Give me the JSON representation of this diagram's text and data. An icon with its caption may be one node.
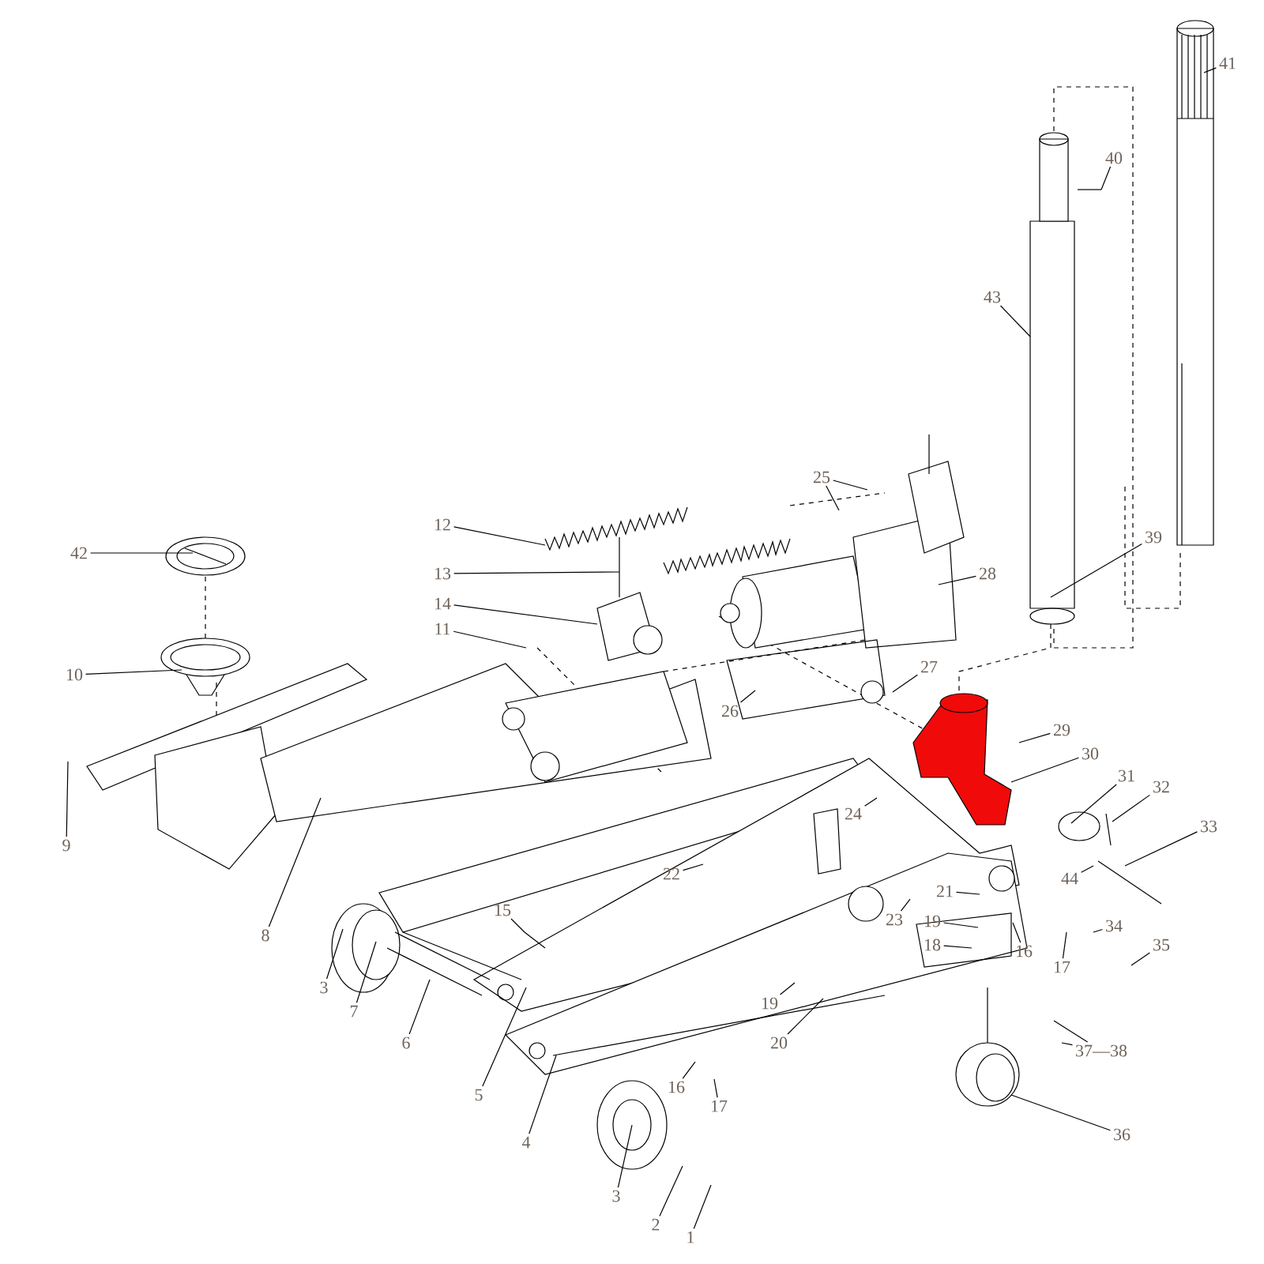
{
  "diagram": {
    "nodes": [
      {
        "text": [
          "41"
        ]
      },
      {
        "text": [
          "40"
        ]
      },
      {
        "text": [
          "43"
        ]
      },
      {
        "text": [
          "25"
        ]
      },
      {
        "text": [
          "12"
        ]
      },
      {
        "text": [
          "42"
        ]
      },
      {
        "text": [
          "39"
        ]
      },
      {
        "text": [
          "13"
        ]
      },
      {
        "text": [
          "28"
        ]
      },
      {
        "text": [
          "14"
        ]
      },
      {
        "text": [
          "11"
        ]
      },
      {
        "text": [
          "27"
        ]
      },
      {
        "text": [
          "10"
        ]
      },
      {
        "text": [
          "26"
        ]
      },
      {
        "text": [
          "29"
        ]
      },
      {
        "text": [
          "30"
        ]
      },
      {
        "text": [
          "31"
        ]
      },
      {
        "text": [
          "32"
        ]
      },
      {
        "text": [
          "24"
        ]
      },
      {
        "text": [
          "33"
        ]
      },
      {
        "text": [
          "9"
        ]
      },
      {
        "text": [
          "22"
        ]
      },
      {
        "text": [
          "44"
        ]
      },
      {
        "text": [
          "21"
        ]
      },
      {
        "text": [
          "15"
        ]
      },
      {
        "text": [
          "23"
        ]
      },
      {
        "text": [
          "19"
        ]
      },
      {
        "text": [
          "34"
        ]
      },
      {
        "text": [
          "8"
        ]
      },
      {
        "text": [
          "18"
        ]
      },
      {
        "text": [
          "16"
        ]
      },
      {
        "text": [
          "35"
        ]
      },
      {
        "text": [
          "17"
        ]
      },
      {
        "text": [
          "3"
        ]
      },
      {
        "text": [
          "19"
        ]
      },
      {
        "text": [
          "7"
        ]
      },
      {
        "text": [
          "6"
        ]
      },
      {
        "text": [
          "20"
        ]
      },
      {
        "text": [
          "37—38"
        ]
      },
      {
        "text": [
          "16"
        ]
      },
      {
        "text": [
          "5"
        ]
      },
      {
        "text": [
          "17"
        ]
      },
      {
        "text": [
          "36"
        ]
      },
      {
        "text": [
          "4"
        ]
      },
      {
        "text": [
          "3"
        ]
      },
      {
        "text": [
          "2"
        ]
      },
      {
        "text": [
          "1"
        ]
      }
    ],
    "edges": [
      {
        "from": 0,
        "to": null,
        "arrow": "none"
      },
      {
        "from": 1,
        "to": null,
        "arrow": "none"
      },
      {
        "from": 2,
        "to": null,
        "arrow": "none"
      },
      {
        "from": 3,
        "to": null,
        "arrow": "none"
      },
      {
        "from": 4,
        "to": null,
        "arrow": "none"
      },
      {
        "from": 5,
        "to": null,
        "arrow": "none"
      },
      {
        "from": 6,
        "to": null,
        "arrow": "none"
      },
      {
        "from": 7,
        "to": null,
        "arrow": "none"
      },
      {
        "from": 8,
        "to": null,
        "arrow": "none"
      },
      {
        "from": 9,
        "to": null,
        "arrow": "none"
      },
      {
        "from": 10,
        "to": null,
        "arrow": "none"
      },
      {
        "from": 11,
        "to": null,
        "arrow": "none"
      },
      {
        "from": 12,
        "to": null,
        "arrow": "none"
      },
      {
        "from": 13,
        "to": null,
        "arrow": "none"
      },
      {
        "from": 14,
        "to": null,
        "arrow": "none"
      },
      {
        "from": 15,
        "to": null,
        "arrow": "none"
      },
      {
        "from": 16,
        "to": null,
        "arrow": "none"
      },
      {
        "from": 17,
        "to": null,
        "arrow": "none"
      },
      {
        "from": 18,
        "to": null,
        "arrow": "none"
      },
      {
        "from": 19,
        "to": null,
        "arrow": "none"
      },
      {
        "from": 20,
        "to": null,
        "arrow": "none"
      },
      {
        "from": 21,
        "to": null,
        "arrow": "none"
      },
      {
        "from": 22,
        "to": null,
        "arrow": "none"
      },
      {
        "from": 23,
        "to": null,
        "arrow": "none"
      },
      {
        "from": 24,
        "to": null,
        "arrow": "none"
      },
      {
        "from": 25,
        "to": null,
        "arrow": "none"
      },
      {
        "from": 26,
        "to": null,
        "arrow": "none"
      },
      {
        "from": 27,
        "to": null,
        "arrow": "none"
      },
      {
        "from": 28,
        "to": null,
        "arrow": "none"
      },
      {
        "from": 29,
        "to": null,
        "arrow": "none"
      },
      {
        "from": 30,
        "to": null,
        "arrow": "none"
      },
      {
        "from": 31,
        "to": null,
        "arrow": "none"
      },
      {
        "from": 32,
        "to": null,
        "arrow": "none"
      },
      {
        "from": 33,
        "to": null,
        "arrow": "none"
      },
      {
        "from": 34,
        "to": null,
        "arrow": "none"
      },
      {
        "from": 35,
        "to": null,
        "arrow": "none"
      },
      {
        "from": 36,
        "to": null,
        "arrow": "none"
      },
      {
        "from": 37,
        "to": null,
        "arrow": "none"
      },
      {
        "from": 38,
        "to": null,
        "arrow": "none"
      },
      {
        "from": 39,
        "to": null,
        "arrow": "none"
      },
      {
        "from": 40,
        "to": null,
        "arrow": "none"
      },
      {
        "from": 41,
        "to": null,
        "arrow": "none"
      },
      {
        "from": 42,
        "to": null,
        "arrow": "none"
      },
      {
        "from": 43,
        "to": null,
        "arrow": "none"
      },
      {
        "from": 44,
        "to": null,
        "arrow": "none"
      },
      {
        "from": 45,
        "to": null,
        "arrow": "none"
      },
      {
        "from": 46,
        "to": null,
        "arrow": "none"
      },
      {
        "from": 3,
        "to": null,
        "arrow": "none"
      },
      {
        "from": 38,
        "to": null,
        "arrow": "none"
      }
    ]
  }
}
